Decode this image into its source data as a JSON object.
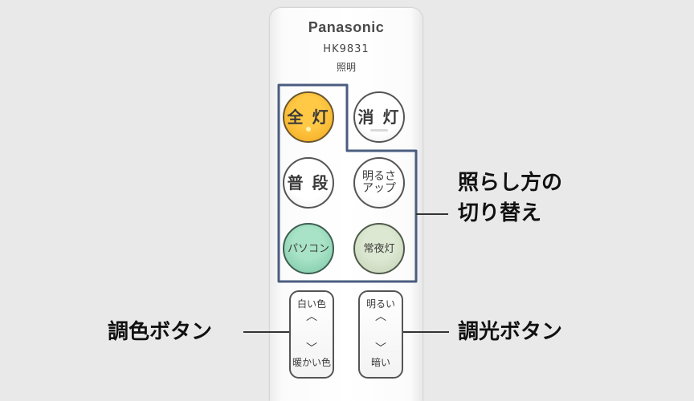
{
  "remote": {
    "brand": "Panasonic",
    "model": "HK9831",
    "model_sub": "照明"
  },
  "buttons": {
    "all_on": "全 灯",
    "off": "消 灯",
    "normal": "普 段",
    "brighter": "明るさ\nアップ",
    "pc": "パソコン",
    "night": "常夜灯"
  },
  "rockers": {
    "color": {
      "top": "白い色",
      "bottom": "暖かい色"
    },
    "dimmer": {
      "top": "明るい",
      "bottom": "暗い"
    }
  },
  "callouts": {
    "switch_line1": "照らし方の",
    "switch_line2": "切り替え",
    "color_button": "調色ボタン",
    "dimmer_button": "調光ボタン"
  },
  "colors": {
    "all_on": "#f6b52e",
    "pc": "#8fd4b3",
    "night": "#cfdcc3",
    "outline": "#4a5d80"
  },
  "icons": {
    "up": "chevron-up-icon",
    "down": "chevron-down-icon"
  }
}
